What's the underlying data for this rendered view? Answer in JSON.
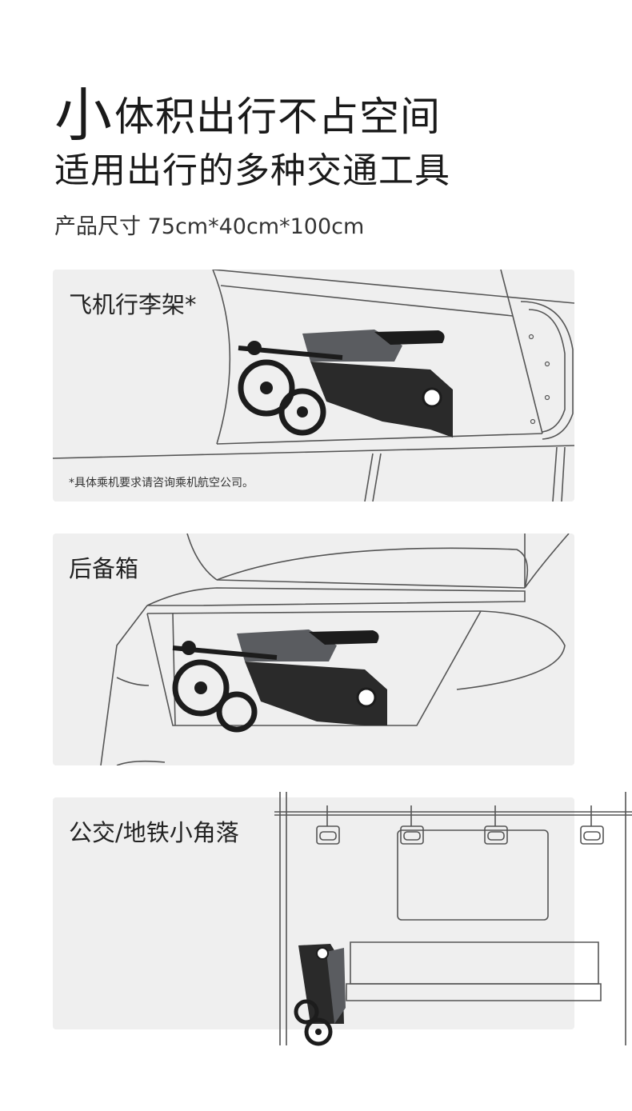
{
  "hero": {
    "line1_big": "小",
    "line1_rest": "体积出行不占空间",
    "line2": "适用出行的多种交通工具",
    "size_label": "产品尺寸 75cm*40cm*100cm"
  },
  "cards": [
    {
      "label": "飞机行李架*",
      "note": "*具体乘机要求请咨询乘机航空公司。"
    },
    {
      "label": "后备箱"
    },
    {
      "label": "公交/地铁小角落"
    }
  ],
  "colors": {
    "card_bg": "#efefef",
    "line": "#555555",
    "stroller_fabric": "#5a5c60",
    "stroller_frame": "#1c1c1c"
  }
}
